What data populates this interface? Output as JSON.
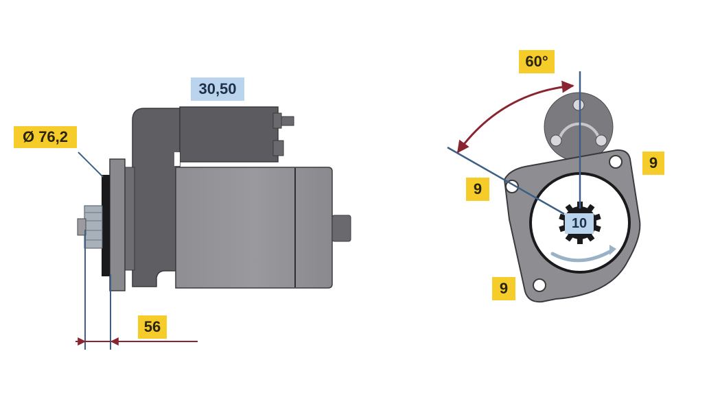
{
  "diagram": {
    "subject": "starter motor dimensional drawing",
    "side_view": {
      "labels": {
        "diameter": "Ø 76,2",
        "terminal": "30,50",
        "flange_distance": "56"
      }
    },
    "front_view": {
      "labels": {
        "angle": "60°",
        "hole_top_right": "9",
        "hole_left": "9",
        "hole_bottom_left": "9",
        "pinion_teeth": "10"
      }
    },
    "colors": {
      "yellow_label": "#f6cc2a",
      "blue_label": "#b9d4ec",
      "dimension_line": "#3d5f86",
      "arrow": "#8a2430",
      "body_dark": "#5f5f63",
      "body_light": "#8e8e92",
      "flange": "#8a8a8e"
    }
  }
}
